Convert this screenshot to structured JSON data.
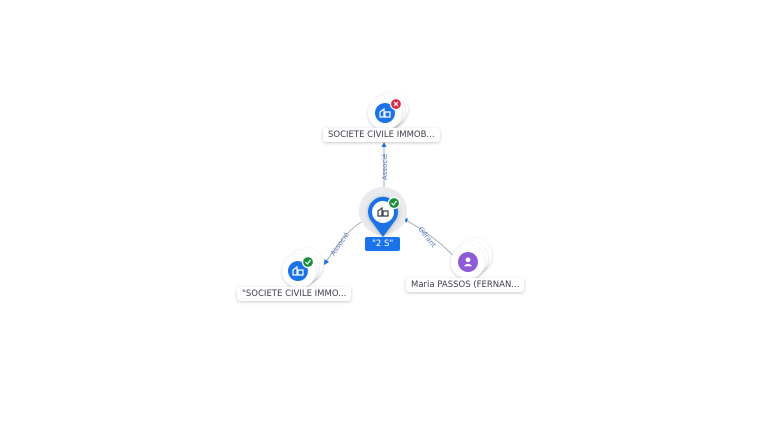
{
  "colors": {
    "company": "#1a73e8",
    "person": "#8e5bd8",
    "active": "#1e8e3e",
    "closed": "#d6294a",
    "edge": "#5a79b5"
  },
  "nodes": {
    "center": {
      "label": "\"2 S\"",
      "icon": "building-icon",
      "status": "active"
    },
    "top": {
      "label": "SOCIETE CIVILE IMMOB...",
      "icon": "building-icon",
      "status": "closed"
    },
    "left": {
      "label": "\"SOCIETE CIVILE IMMO...",
      "icon": "building-icon",
      "status": "active"
    },
    "right": {
      "label": "Maria PASSOS (FERNAN...",
      "icon": "person-icon"
    }
  },
  "edges": {
    "top": {
      "label": "Associé"
    },
    "left": {
      "label": "Associé"
    },
    "right": {
      "label": "Gérant"
    }
  }
}
